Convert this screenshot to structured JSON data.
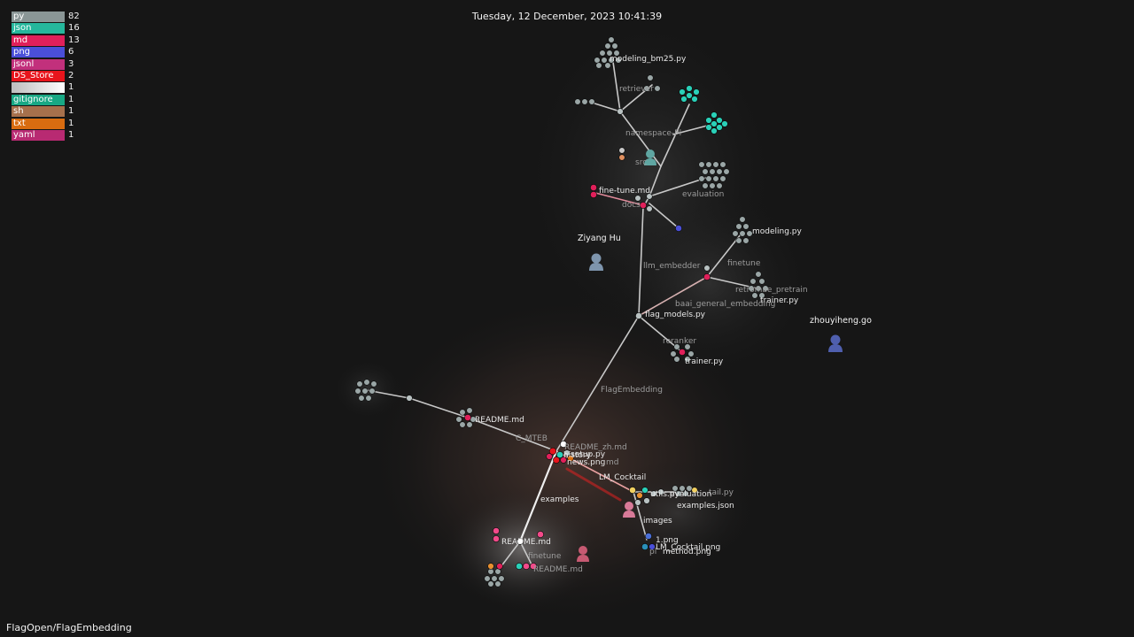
{
  "clock": "Tuesday, 12 December, 2023 10:41:39",
  "repo_name": "FlagOpen/FlagEmbedding",
  "legend": [
    {
      "ext": "py",
      "count": "82",
      "color": "#8a9696"
    },
    {
      "ext": "json",
      "count": "16",
      "color": "#25b79c"
    },
    {
      "ext": "md",
      "count": "13",
      "color": "#e0205a"
    },
    {
      "ext": "png",
      "count": "6",
      "color": "#4a4fd8"
    },
    {
      "ext": "jsonl",
      "count": "3",
      "color": "#c2307c"
    },
    {
      "ext": "DS_Store",
      "count": "2",
      "color": "#e8141c"
    },
    {
      "ext": "",
      "count": "1",
      "color": "#e8e8e8"
    },
    {
      "ext": "gitignore",
      "count": "1",
      "color": "#18a884"
    },
    {
      "ext": "sh",
      "count": "1",
      "color": "#a6704c"
    },
    {
      "ext": "txt",
      "count": "1",
      "color": "#d86c10"
    },
    {
      "ext": "yaml",
      "count": "1",
      "color": "#b82a72"
    }
  ],
  "colors": {
    "background": "#161616",
    "edge": "#c8c8c8",
    "edge_warm": "#e58a8a",
    "user_blue": "#4f5fae",
    "user_slate": "#7e95ad",
    "user_pink": "#d87a98",
    "user_rose": "#c75a72",
    "user_teal": "#5fa6a2"
  },
  "labels": {
    "file": {
      "modeling_bm25": "modeling_bm25.py",
      "fine_tune_md": "fine-tune.md",
      "modeling_py": "modeling.py",
      "trainer_py_top": "trainer.py",
      "flag_models": "flag_models.py",
      "trainer_py_mid": "trainer.py",
      "readme_left": "README.md",
      "readme_zh": "README_zh.md",
      "setup_py": "setup.py",
      "history": "history",
      "news_png": "news.png",
      "tail_py": "tail.py",
      "utils_py": "utils.py",
      "evaluation": "evaluation",
      "examples_json": "examples.json",
      "readme_bottom": "README.md",
      "readme_bottom2": "README.md",
      "one_png": "1.png",
      "lm_cocktail_png": "LM_Cocktail.png",
      "method_png": "method.png"
    },
    "dir": {
      "retriever": "retriever",
      "namespace": "namespace-Pl",
      "src": "src",
      "docs": "docs",
      "evaluation_top": "evaluation",
      "llm_embedder": "llm_embedder",
      "finetune_top": "finetune",
      "retromae_pretrain": "retromae_pretrain",
      "baai_general_embedding": "baai_general_embedding",
      "reranker": "reranker",
      "flagembedding": "FlagEmbedding",
      "c_mteb": "C_MTEB",
      "lm_cocktail": "LM_Cocktail",
      "examples": "examples",
      "finetune_bottom": "finetune",
      "images": "images",
      "pl": "pl",
      "md_faint": "md"
    },
    "user": {
      "ziyang": "Ziyang Hu",
      "zhouyiheng": "zhouyiheng.go"
    }
  }
}
